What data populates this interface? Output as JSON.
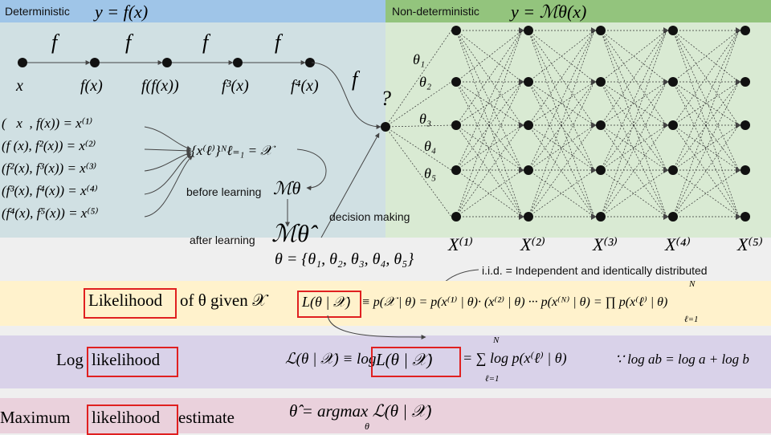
{
  "colors": {
    "det_header": "#9fc5e8",
    "det_panel": "#d0e0e3",
    "nondet_header": "#93c47d",
    "nondet_panel": "#d9ead3",
    "likelihood_band": "#fff2cc",
    "log_band": "#d9d2e9",
    "mle_band": "#ead1dc",
    "highlight_box": "#e02020"
  },
  "deterministic": {
    "header_label": "Deterministic",
    "header_formula": "y = f(x)",
    "edge_labels": [
      "f",
      "f",
      "f",
      "f",
      "f"
    ],
    "node_labels": [
      "x",
      "f(x)",
      "f(f(x))",
      "f³(x)",
      "f⁴(x)"
    ],
    "pairs": [
      "(   x  , f(x)) = x⁽¹⁾",
      "(f (x), f²(x)) = x⁽²⁾",
      "(f²(x), f³(x)) = x⁽³⁾",
      "(f³(x), f⁴(x)) = x⁽⁴⁾",
      "(f⁴(x), f⁵(x)) = x⁽⁵⁾"
    ],
    "dataset": "{x⁽ℓ⁾}ᴺℓ₌₁ = 𝒳",
    "before_learning": "before learning",
    "after_learning": "after learning",
    "model_before": "ℳθ",
    "model_after": "ℳθ̂",
    "decision_making": "decision making",
    "question": "?"
  },
  "nondeterministic": {
    "header_label": "Non-deterministic",
    "header_formula": "y = ℳθ(x)",
    "thetas": [
      "θ₁",
      "θ₂",
      "θ₃",
      "θ₄",
      "θ₅"
    ],
    "layer_labels": [
      "X⁽¹⁾",
      "X⁽²⁾",
      "X⁽³⁾",
      "X⁽⁴⁾",
      "X⁽⁵⁾"
    ]
  },
  "theta_set": "θ = {θ₁, θ₂, θ₃, θ₄, θ₅}",
  "iid_note": "i.i.d. = Independent and identically distributed",
  "likelihood": {
    "label": "Likelihood",
    "label_rest": "of θ given 𝒳",
    "boxed": "L(θ | 𝒳)",
    "formula": "≡ p(𝒳 | θ) = p(x⁽¹⁾ | θ)· (x⁽²⁾ | θ) ··· p(x⁽ᴺ⁾ | θ) = ∏ p(x⁽ℓ⁾ | θ)",
    "prod_top": "N",
    "prod_bottom": "ℓ=1"
  },
  "log_likelihood": {
    "label_pre": "Log",
    "label": "likelihood",
    "formula_pre": "ℒ(θ | 𝒳) ≡ log",
    "boxed": "L(θ | 𝒳)",
    "formula_post": "= ∑ log p(x⁽ℓ⁾ | θ)",
    "sum_top": "N",
    "sum_bottom": "ℓ=1",
    "because": "∵ log ab = log a + log b"
  },
  "mle": {
    "label_pre": "Maximum",
    "label": "likelihood",
    "label_post": "estimate",
    "formula": "θ̂ = argmax ℒ(θ | 𝒳)",
    "sub": "θ"
  }
}
